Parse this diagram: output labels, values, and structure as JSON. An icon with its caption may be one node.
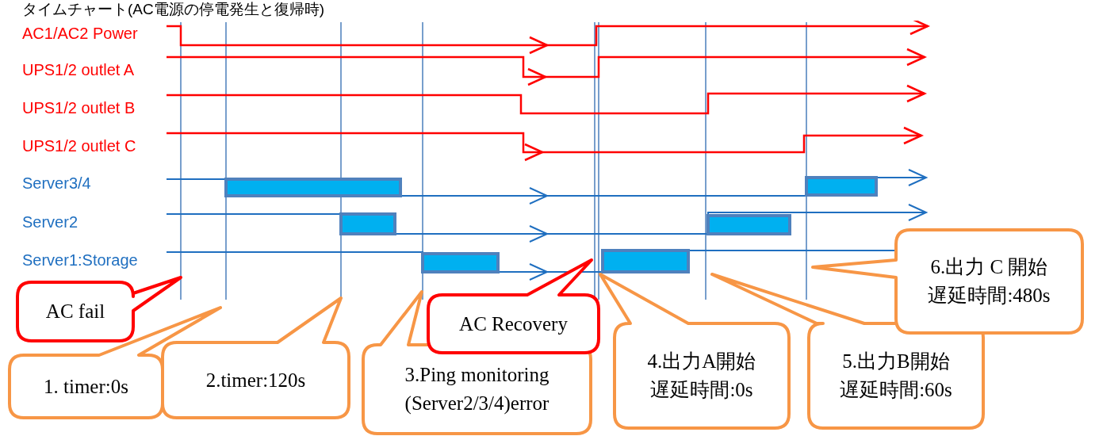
{
  "diagram": {
    "title": "タイムチャート(AC電源の停電発生と復帰時)",
    "nodes": [
      {
        "text": [
          "AC fail"
        ]
      },
      {
        "text": [
          "1. timer:0s"
        ]
      },
      {
        "text": [
          "2.timer:120s"
        ]
      },
      {
        "text": [
          "3.Ping monitoring (Server2/3/4)error"
        ]
      },
      {
        "text": [
          "AC Recovery"
        ]
      },
      {
        "text": [
          "4.出力A開始",
          "遅延時間:0s"
        ]
      },
      {
        "text": [
          "5.出力B開始",
          "遅延時間:60s"
        ]
      },
      {
        "text": [
          "6.出力 C 開始",
          "遅延時間:480s"
        ]
      }
    ],
    "labels": [
      "AC1/AC2 Power",
      "UPS1/2 outlet A",
      "UPS1/2 outlet B",
      "UPS1/2 outlet C",
      "Server3/4",
      "Server2",
      "Server1:Storage"
    ]
  }
}
